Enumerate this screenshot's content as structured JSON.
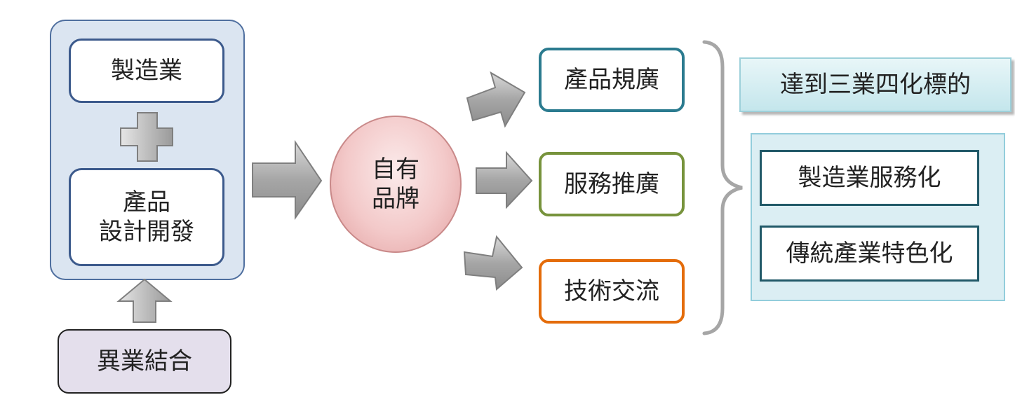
{
  "left_group": {
    "manufacturing": "製造業",
    "design_line1": "產品",
    "design_line2": "設計開發",
    "cross_industry": "異業結合"
  },
  "center": {
    "brand_line1": "自有",
    "brand_line2": "品牌"
  },
  "outputs": [
    {
      "label": "產品規廣",
      "color": "#2b7b8f"
    },
    {
      "label": "服務推廣",
      "color": "#77933c"
    },
    {
      "label": "技術交流",
      "color": "#e46c0a"
    }
  ],
  "goal": {
    "title": "達到三業四化標的",
    "items": [
      "製造業服務化",
      "傳統產業特色化"
    ]
  },
  "colors": {
    "left_group_fill": "#dbe5f1",
    "brand_fill": "#f3c9c9",
    "fusion_fill": "#e4dfec",
    "goal_fill": "#dbeef3",
    "arrow_fill": "#a6a6a6"
  }
}
